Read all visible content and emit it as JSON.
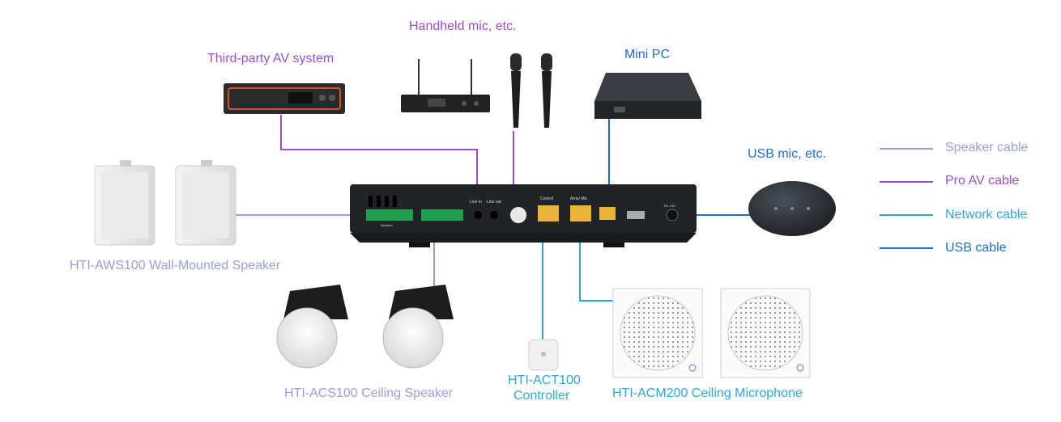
{
  "labels": {
    "third_party": "Third-party AV system",
    "handheld": "Handheld mic, etc.",
    "mini_pc": "Mini PC",
    "usb_mic": "USB mic, etc.",
    "wall_speaker": "HTI-AWS100 Wall-Mounted Speaker",
    "ceiling_speaker": "HTI-ACS100 Ceiling Speaker",
    "controller_line1": "HTI-ACT100",
    "controller_line2": "Controller",
    "ceiling_mic": "HTI-ACM200 Ceiling Microphone"
  },
  "hub_ports": {
    "control": "Control",
    "array_mic": "Array Mic",
    "line_in": "Line in",
    "line_out": "Line out",
    "speaker": "Speaker",
    "dc": "DC 24V"
  },
  "legend": [
    {
      "label": "Speaker cable",
      "color": "#9a9ee0"
    },
    {
      "label": "Pro AV cable",
      "color": "#9b4fd0"
    },
    {
      "label": "Network cable",
      "color": "#2aa9e0"
    },
    {
      "label": "USB cable",
      "color": "#1a6fd1"
    }
  ],
  "colors": {
    "speaker_cable": "#9a9ee0",
    "pro_av_cable": "#9b4fd0",
    "network_cable": "#2aa9e0",
    "usb_cable": "#1a6fd1"
  }
}
